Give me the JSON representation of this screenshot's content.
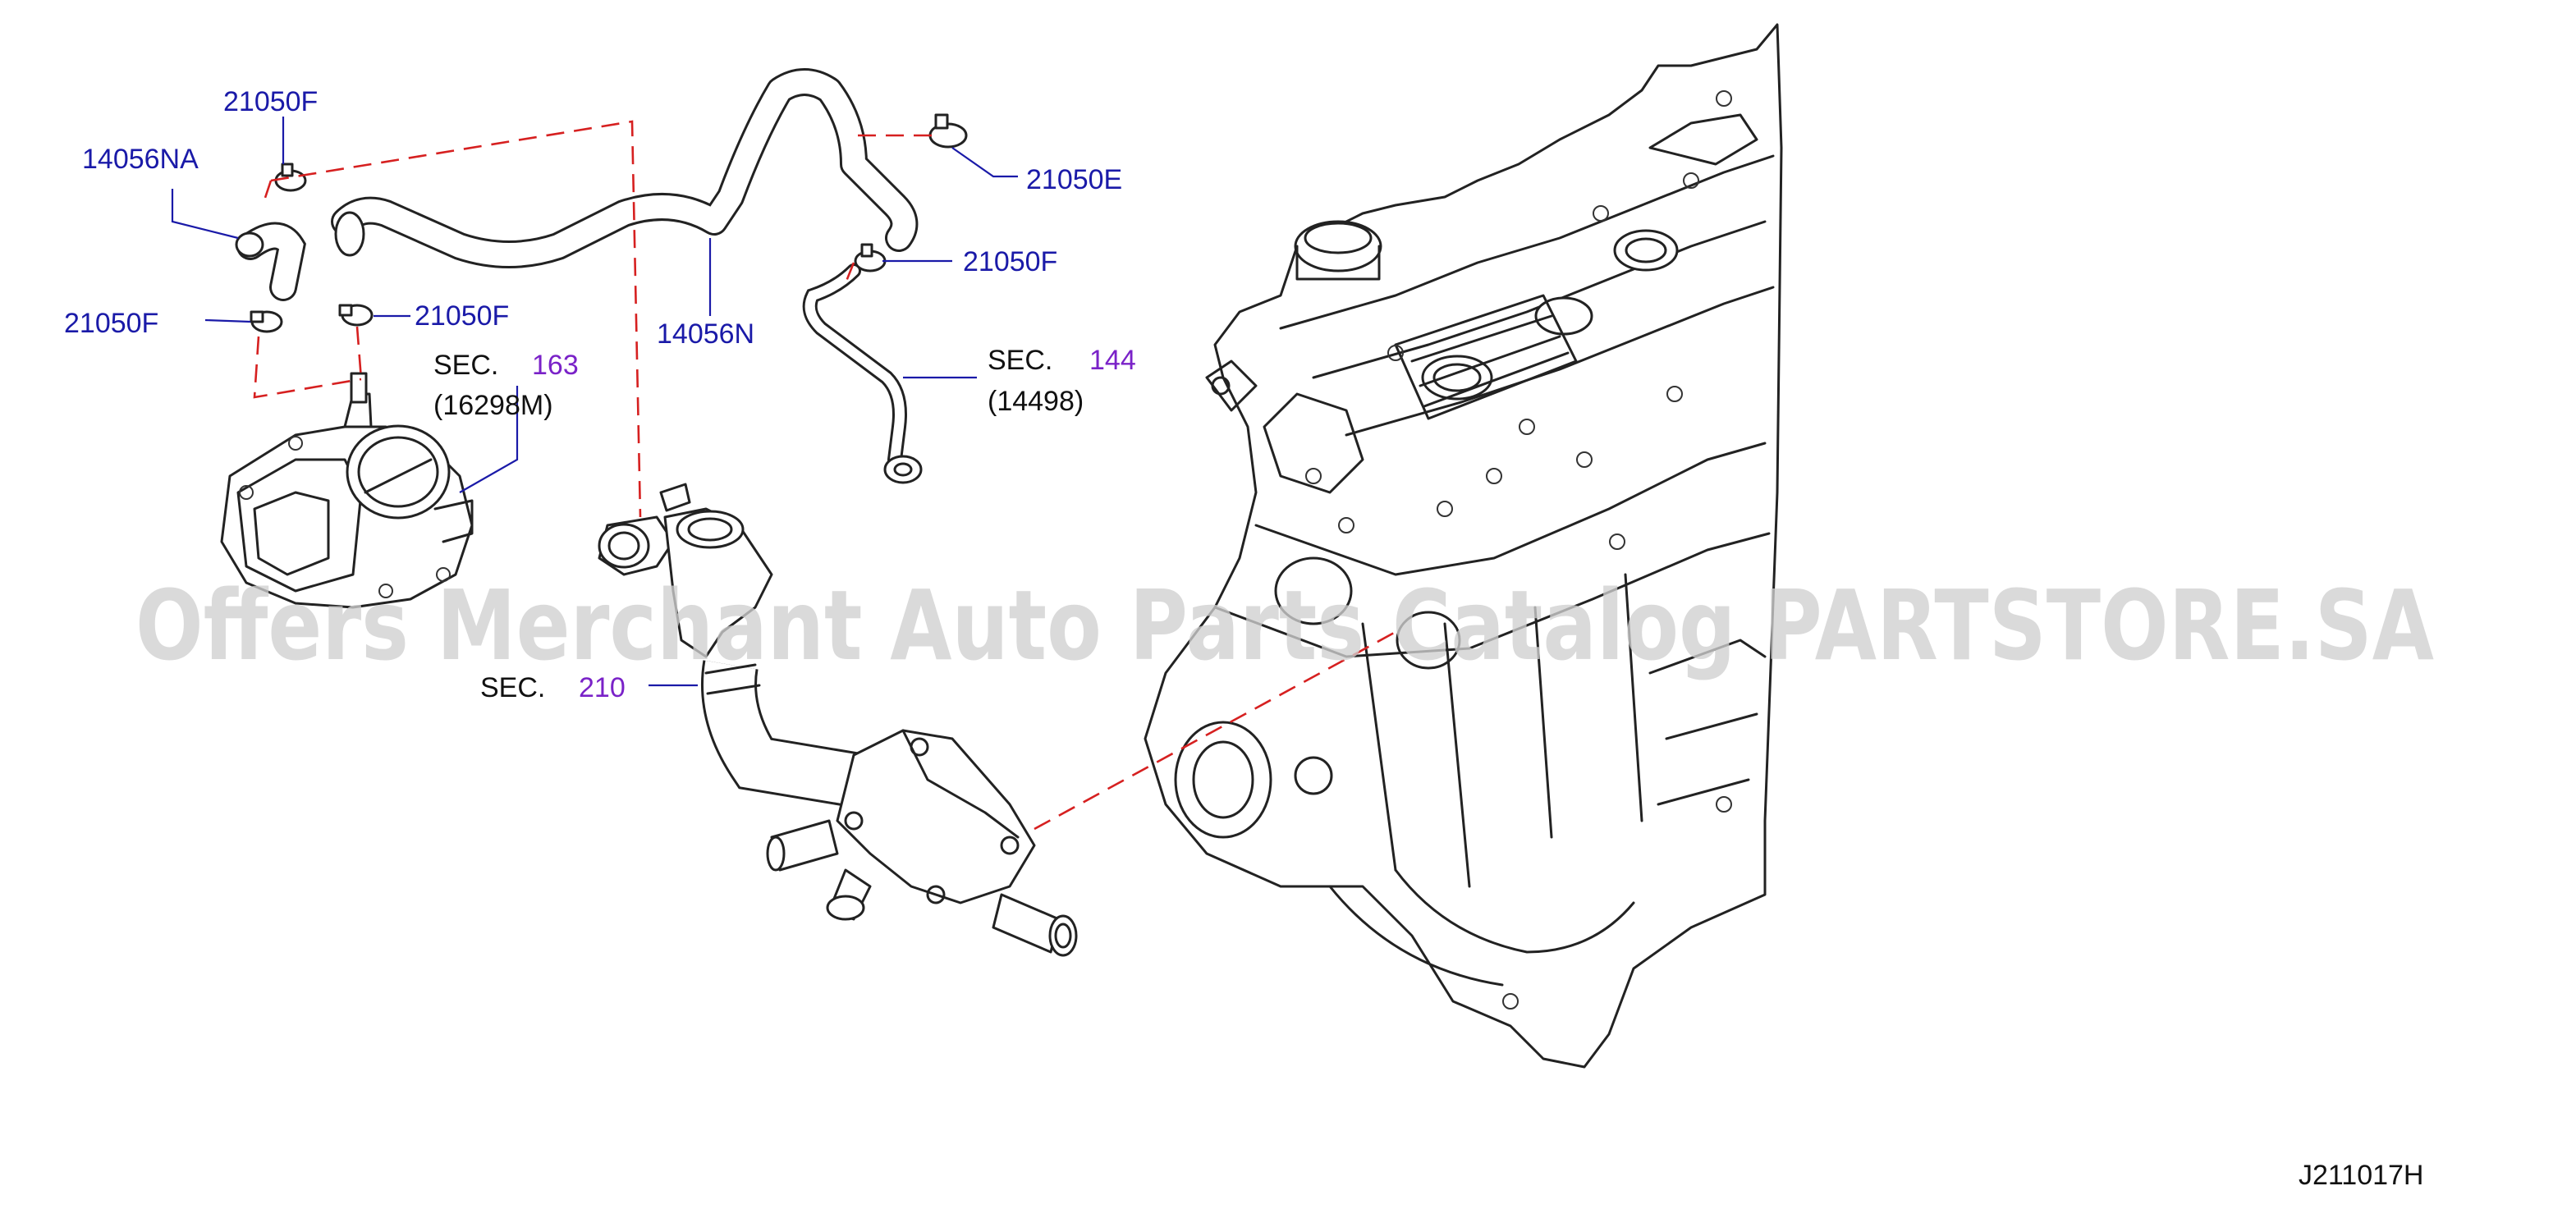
{
  "callouts": {
    "c_21050F_top": "21050F",
    "c_14056NA": "14056NA",
    "c_21050F_left": "21050F",
    "c_21050F_mid": "21050F",
    "c_14056N": "14056N",
    "c_21050E": "21050E",
    "c_21050F_right": "21050F",
    "sec163_label": "SEC.",
    "sec163_num": "163",
    "sec163_part": "(16298M)",
    "sec144_label": "SEC.",
    "sec144_num": "144",
    "sec144_part": "(14498)",
    "sec210_label": "SEC.",
    "sec210_num": "210"
  },
  "diagram_code": "J211017H",
  "watermark": "Offers Merchant Auto Parts Catalog PARTSTORE.SA",
  "colors": {
    "part_number": "#1a1aa8",
    "section_number": "#7a22c8",
    "dashed_line": "#d62020",
    "line_art": "#222222"
  }
}
